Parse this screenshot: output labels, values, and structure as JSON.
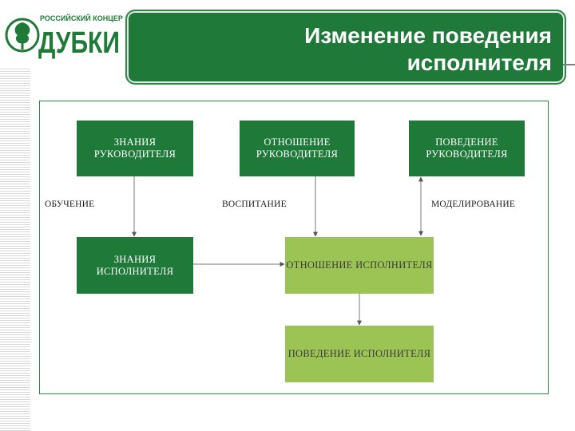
{
  "logo": {
    "tagline": "РОССИЙСКИЙ КОНЦЕРН",
    "brand": "ДУБКИ"
  },
  "title": {
    "line1": "Изменение поведения",
    "line2": "исполнителя"
  },
  "diagram": {
    "nodes": {
      "manager_knowledge": "ЗНАНИЯ РУКОВОДИТЕЛЯ",
      "manager_attitude": "ОТНОШЕНИЕ РУКОВОДИТЕЛЯ",
      "manager_behavior": "ПОВЕДЕНИЕ РУКОВОДИТЕЛЯ",
      "performer_knowledge": "ЗНАНИЯ ИСПОЛНИТЕЛЯ",
      "performer_attitude": "ОТНОШЕНИЕ ИСПОЛНИТЕЛЯ",
      "performer_behavior": "ПОВЕДЕНИЕ ИСПОЛНИТЕЛЯ"
    },
    "labels": {
      "training": "ОБУЧЕНИЕ",
      "upbringing": "ВОСПИТАНИЕ",
      "modeling": "МОДЕЛИРОВАНИЕ"
    },
    "colors": {
      "dark_green": "#1f7a3a",
      "light_green": "#9bc455"
    }
  }
}
